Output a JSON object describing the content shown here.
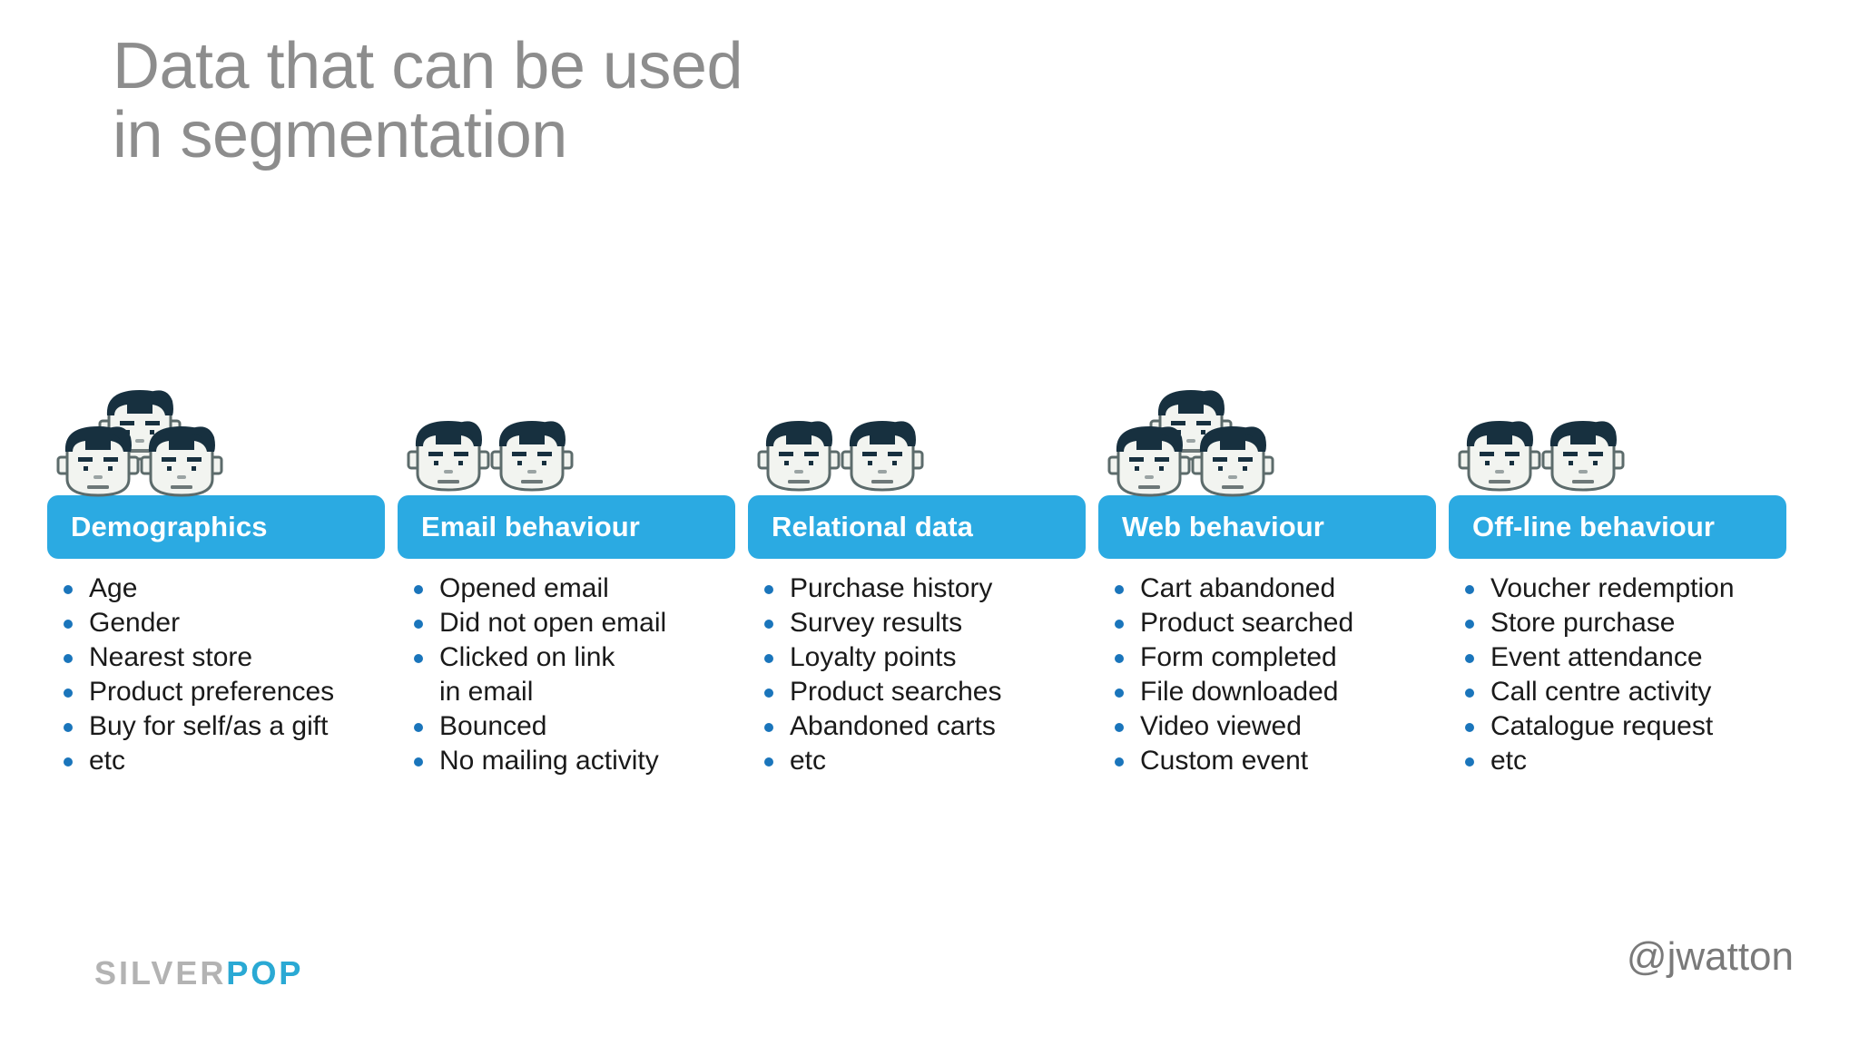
{
  "slide": {
    "title": "Data that can be used\nin segmentation",
    "accent_color": "#2BAAE2",
    "bullet_color": "#1a75bb",
    "title_color": "#8d8d8d"
  },
  "columns": [
    {
      "header": "Demographics",
      "icon": "people-group-icon",
      "face_count": 3,
      "bullets": [
        "Age",
        "Gender",
        "Nearest store",
        "Product preferences",
        "Buy for self/as a gift",
        "etc"
      ]
    },
    {
      "header": "Email behaviour",
      "icon": "people-group-icon",
      "face_count": 2,
      "bullets": [
        "Opened email",
        "Did not open email",
        "Clicked on link\nin email",
        "Bounced",
        "No mailing activity"
      ]
    },
    {
      "header": "Relational data",
      "icon": "people-group-icon",
      "face_count": 2,
      "bullets": [
        "Purchase history",
        "Survey results",
        "Loyalty points",
        "Product searches",
        "Abandoned carts",
        "etc"
      ]
    },
    {
      "header": "Web behaviour",
      "icon": "people-group-icon",
      "face_count": 3,
      "bullets": [
        "Cart abandoned",
        "Product searched",
        "Form completed",
        "File downloaded",
        "Video viewed",
        "Custom event"
      ]
    },
    {
      "header": "Off-line behaviour",
      "icon": "people-group-icon",
      "face_count": 2,
      "bullets": [
        "Voucher redemption",
        "Store purchase",
        "Event attendance",
        "Call centre activity",
        "Catalogue request",
        "etc"
      ]
    }
  ],
  "footer": {
    "logo_first": "SILVER",
    "logo_second": "POP",
    "handle": "@jwatton"
  }
}
